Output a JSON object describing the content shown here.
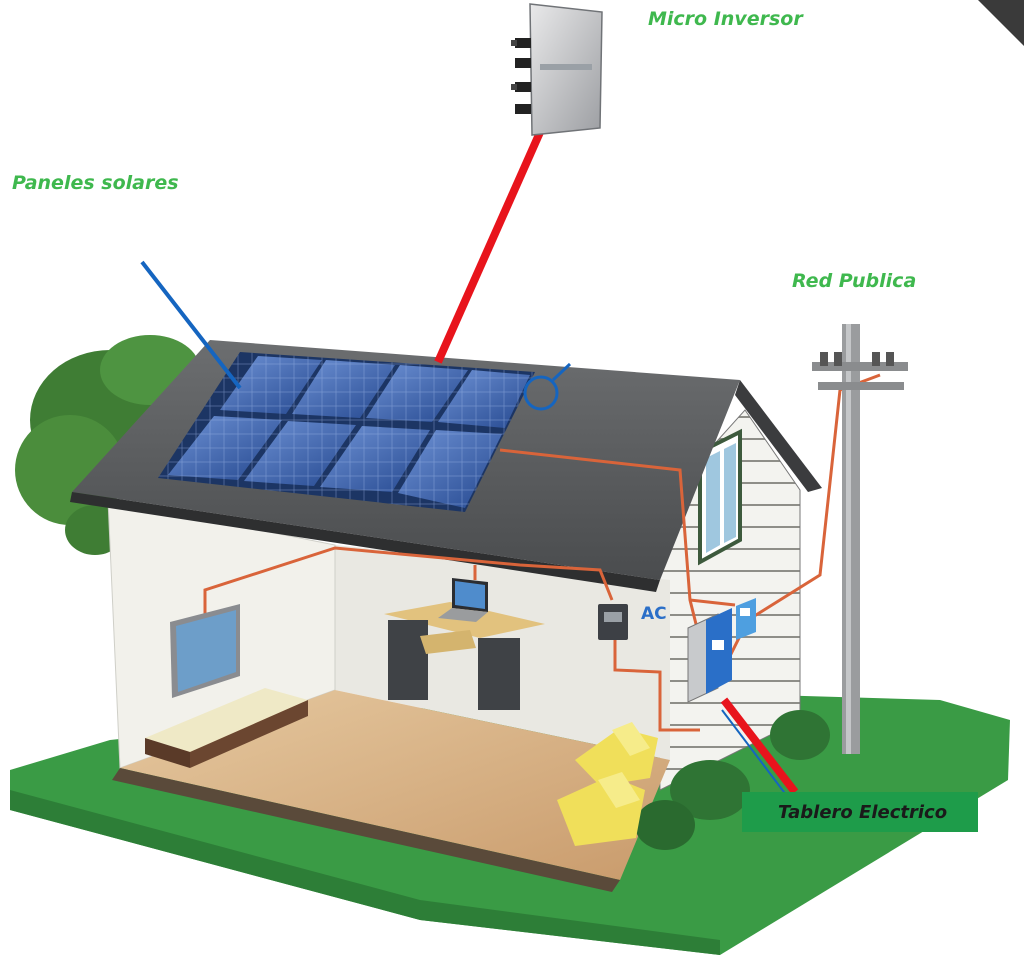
{
  "labels": {
    "micro_inversor": "Micro Inversor",
    "paneles_solares": "Paneles solares",
    "red_publica": "Red Publica",
    "tablero_electrico": "Tablero Electrico",
    "ac": "AC"
  },
  "colors": {
    "label_green": "#3fb84e",
    "pointer_red": "#e8141c",
    "pointer_blue": "#1565c0",
    "wire_orange": "#d9643a",
    "grass": "#3a9b45",
    "roof": "#5a5c5e",
    "panel": "#2f5fa8",
    "wall": "#eeeeea",
    "floor": "#d8b48a",
    "tablero_box": "#1e9c4a"
  }
}
